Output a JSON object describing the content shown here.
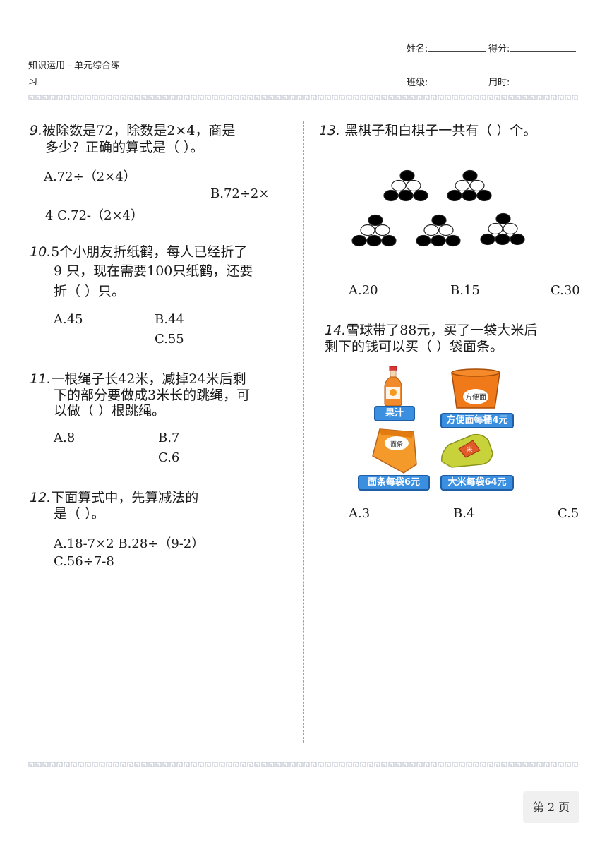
{
  "header": {
    "title_line1": "知识运用 - 单元综合练",
    "title_line2": "习",
    "name_label": "姓名:",
    "score_label": "得分:",
    "class_label": "班级:",
    "time_label": "用时:"
  },
  "q9": {
    "number": "9.",
    "line1": "被除数是72，除数是2×4，商是",
    "line2": "多少？正确的算式是（ ）。",
    "opt_a": "A.72÷（2×4）",
    "opt_b": "B.72÷2×",
    "opt_b_cont": "4 C.72-（2×4）"
  },
  "q10": {
    "number": "10.",
    "line1": "5个小朋友折纸鹤，每人已经折了",
    "line2": "9 只，现在需要100只纸鹤，还要",
    "line3": "折（ ）只。",
    "opt_a": "A.45",
    "opt_b": "B.44",
    "opt_c": "C.55"
  },
  "q11": {
    "number": "11.",
    "line1": "一根绳子长42米，减掉24米后剩",
    "line2": "下的部分要做成3米长的跳绳，可",
    "line3": "以做（ ）根跳绳。",
    "opt_a": "A.8",
    "opt_b": "B.7",
    "opt_c": "C.6"
  },
  "q12": {
    "number": "12.",
    "line1": "下面算式中，先算减法的",
    "line2": "是（ ）。",
    "opt_ab": "A.18-7×2 B.28÷（9-2）",
    "opt_c": "C.56÷7-8"
  },
  "q13": {
    "number": "13.",
    "text": "黑棋子和白棋子一共有（ ）个。",
    "opt_a": "A.20",
    "opt_b": "B.15",
    "opt_c": "C.30"
  },
  "q14": {
    "number": "14.",
    "line1": "雪球带了88元，买了一袋大米后",
    "line2": "剩下的钱可以买（    ）袋面条。",
    "label_juice": "果汁",
    "label_noodle_bucket": "方便面每桶4元",
    "bucket_text": "方便面",
    "label_noodle_bag": "面条每袋6元",
    "bag_text": "面条",
    "label_rice": "大米每袋64元",
    "rice_mark": "米",
    "opt_a": "A.3",
    "opt_b": "B.4",
    "opt_c": "C.5"
  },
  "footer": {
    "page_label": "第 2 页"
  },
  "colors": {
    "pill_blue": "#3a8fe0",
    "bucket_orange": "#f07a1a",
    "bag_orange": "#f39a2a",
    "rice_green": "#c8d23a"
  }
}
